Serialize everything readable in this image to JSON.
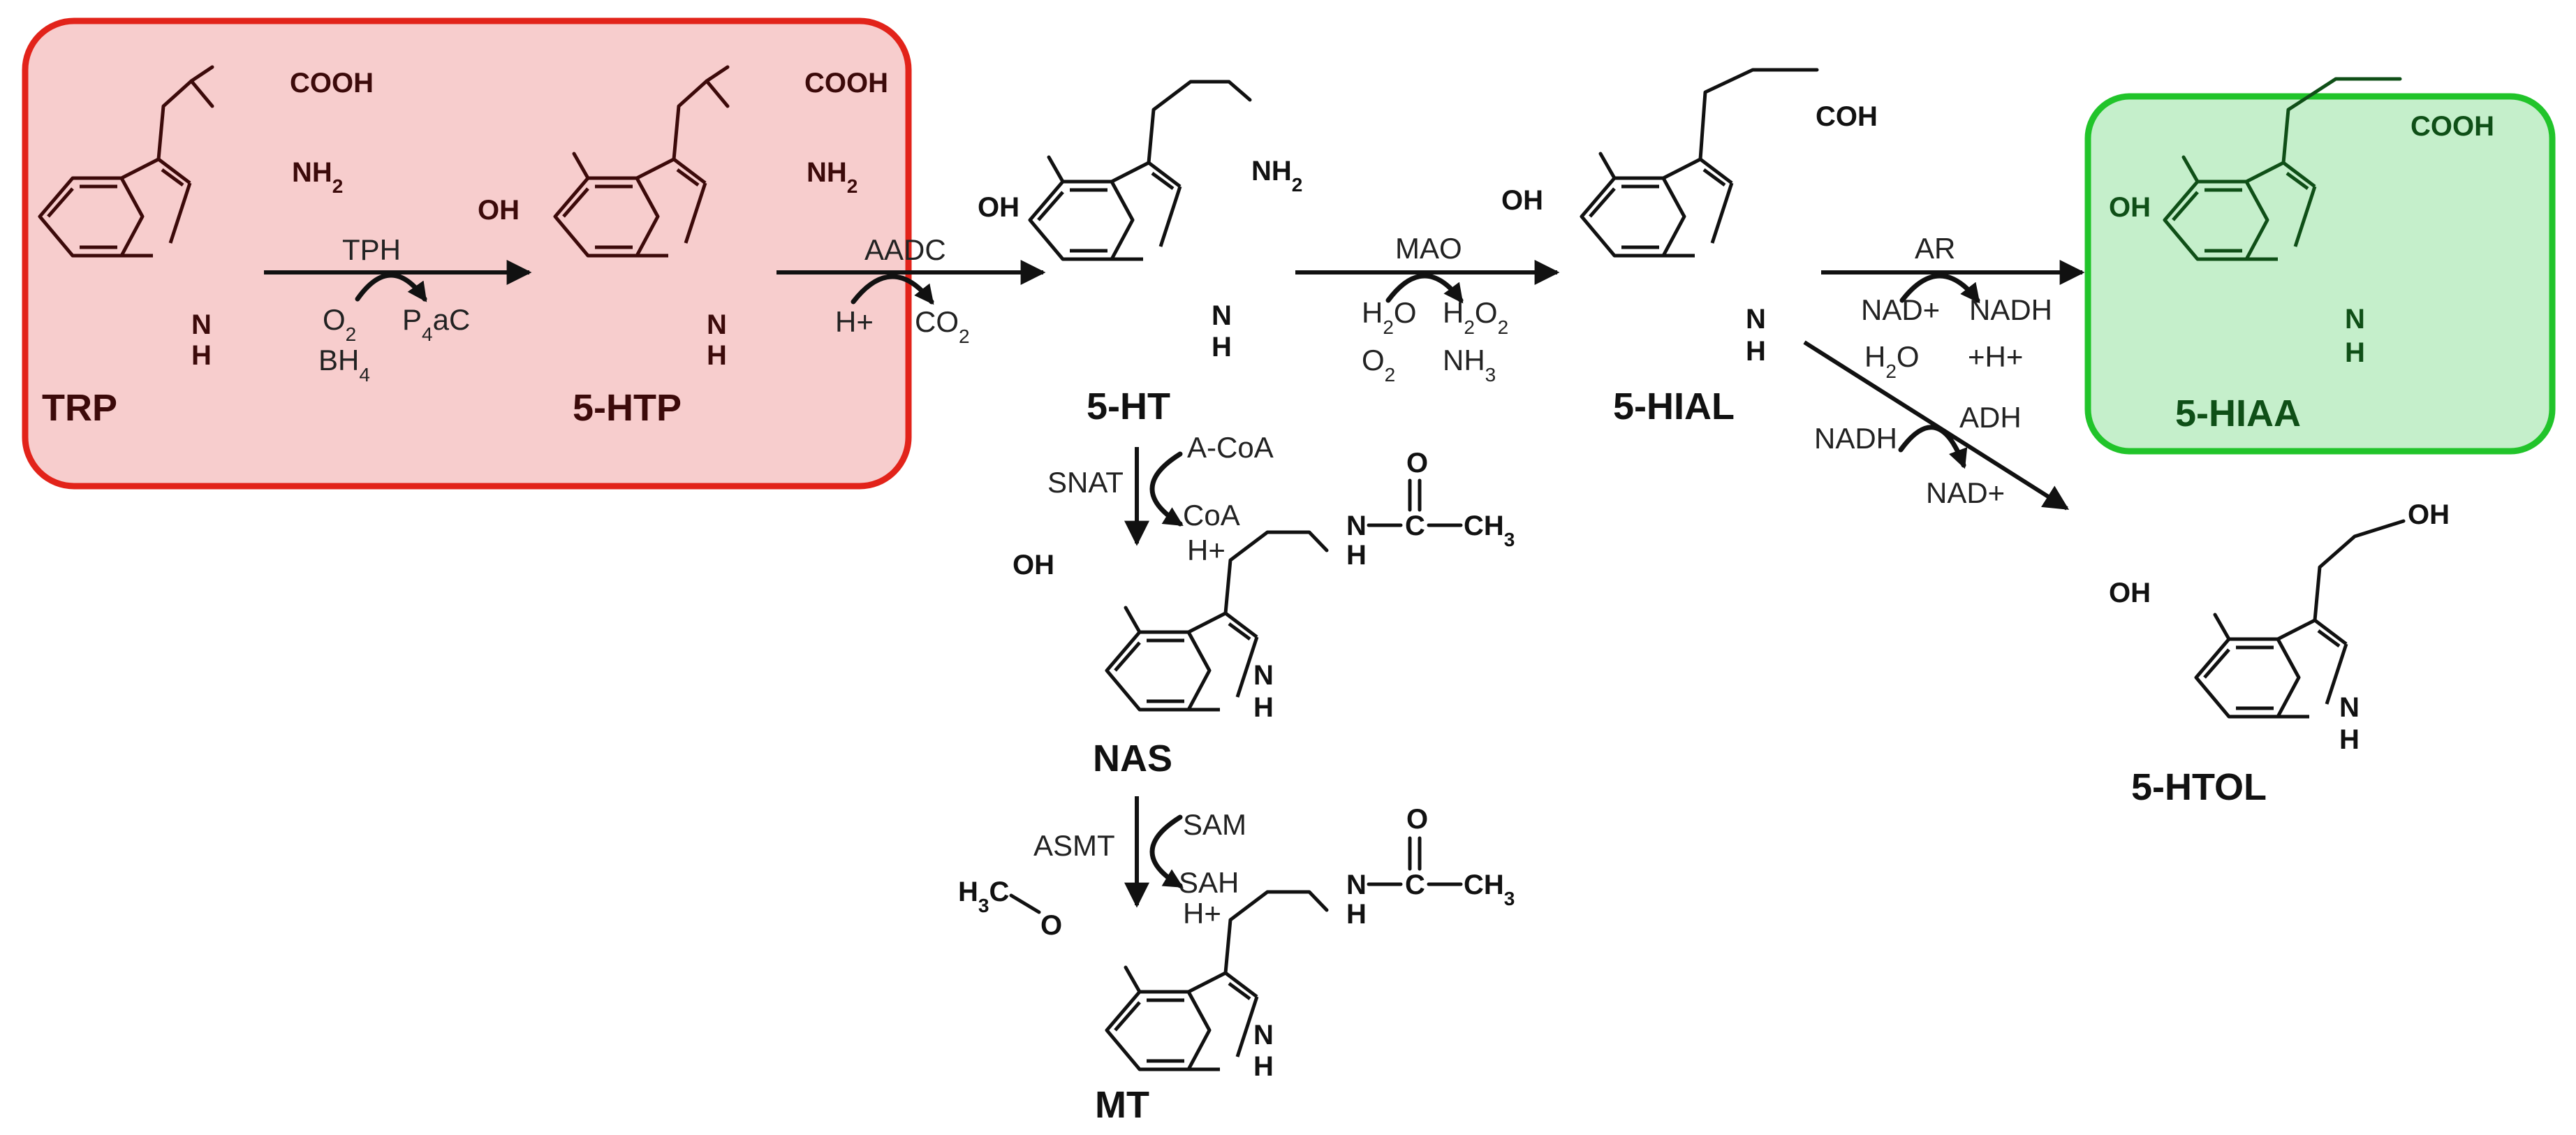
{
  "compounds": {
    "trp": {
      "name": "TRP",
      "acid": "COOH",
      "amine": "NH2",
      "ring_nh": "N",
      "ring_h": "H"
    },
    "htp": {
      "name": "5-HTP",
      "acid": "COOH",
      "amine": "NH2",
      "hydroxyl": "OH",
      "ring_nh": "N",
      "ring_h": "H"
    },
    "ht": {
      "name": "5-HT",
      "amine": "NH2",
      "hydroxyl": "OH",
      "ring_nh": "N",
      "ring_h": "H"
    },
    "hial": {
      "name": "5-HIAL",
      "aldehyde": "COH",
      "hydroxyl": "OH",
      "ring_nh": "N",
      "ring_h": "H"
    },
    "hiaa": {
      "name": "5-HIAA",
      "acid": "COOH",
      "hydroxyl": "OH",
      "ring_nh": "N",
      "ring_h": "H"
    },
    "htol": {
      "name": "5-HTOL",
      "alcohol": "OH",
      "hydroxyl": "OH",
      "ring_nh": "N",
      "ring_h": "H"
    },
    "nas": {
      "name": "NAS",
      "hydroxyl": "OH",
      "amide_n": "N",
      "amide_h": "H",
      "carbonyl_c": "C",
      "carbonyl_o": "O",
      "methyl": "CH3",
      "ring_nh": "N",
      "ring_h": "H"
    },
    "mt": {
      "name": "MT",
      "methoxy_methyl": "H3C",
      "methoxy_o": "O",
      "amide_n": "N",
      "amide_h": "H",
      "carbonyl_c": "C",
      "carbonyl_o": "O",
      "methyl": "CH3",
      "ring_nh": "N",
      "ring_h": "H"
    }
  },
  "reactions": {
    "tph": {
      "enzyme": "TPH",
      "in": [
        "O2",
        "BH4"
      ],
      "out": [
        "P4aC"
      ]
    },
    "aadc": {
      "enzyme": "AADC",
      "in": [
        "H+"
      ],
      "out": [
        "CO2"
      ]
    },
    "mao": {
      "enzyme": "MAO",
      "in": [
        "H2O",
        "O2"
      ],
      "out": [
        "H2O2",
        "NH3"
      ]
    },
    "ar": {
      "enzyme": "AR",
      "in": [
        "NAD+",
        "H2O"
      ],
      "out": [
        "NADH",
        "+H+"
      ]
    },
    "adh": {
      "enzyme": "ADH",
      "in": [
        "NADH"
      ],
      "out": [
        "NAD+"
      ]
    },
    "snat": {
      "enzyme": "SNAT",
      "in": [
        "A-CoA"
      ],
      "out": [
        "CoA",
        "H+"
      ]
    },
    "asmt": {
      "enzyme": "ASMT",
      "in": [
        "SAM"
      ],
      "out": [
        "SAH",
        "H+"
      ]
    }
  },
  "highlights": {
    "precursor_box_color": "#e2231a",
    "precursor_fill": "#f7cdcd",
    "product_box_color": "#21c42a",
    "product_fill": "#c5efcb"
  }
}
